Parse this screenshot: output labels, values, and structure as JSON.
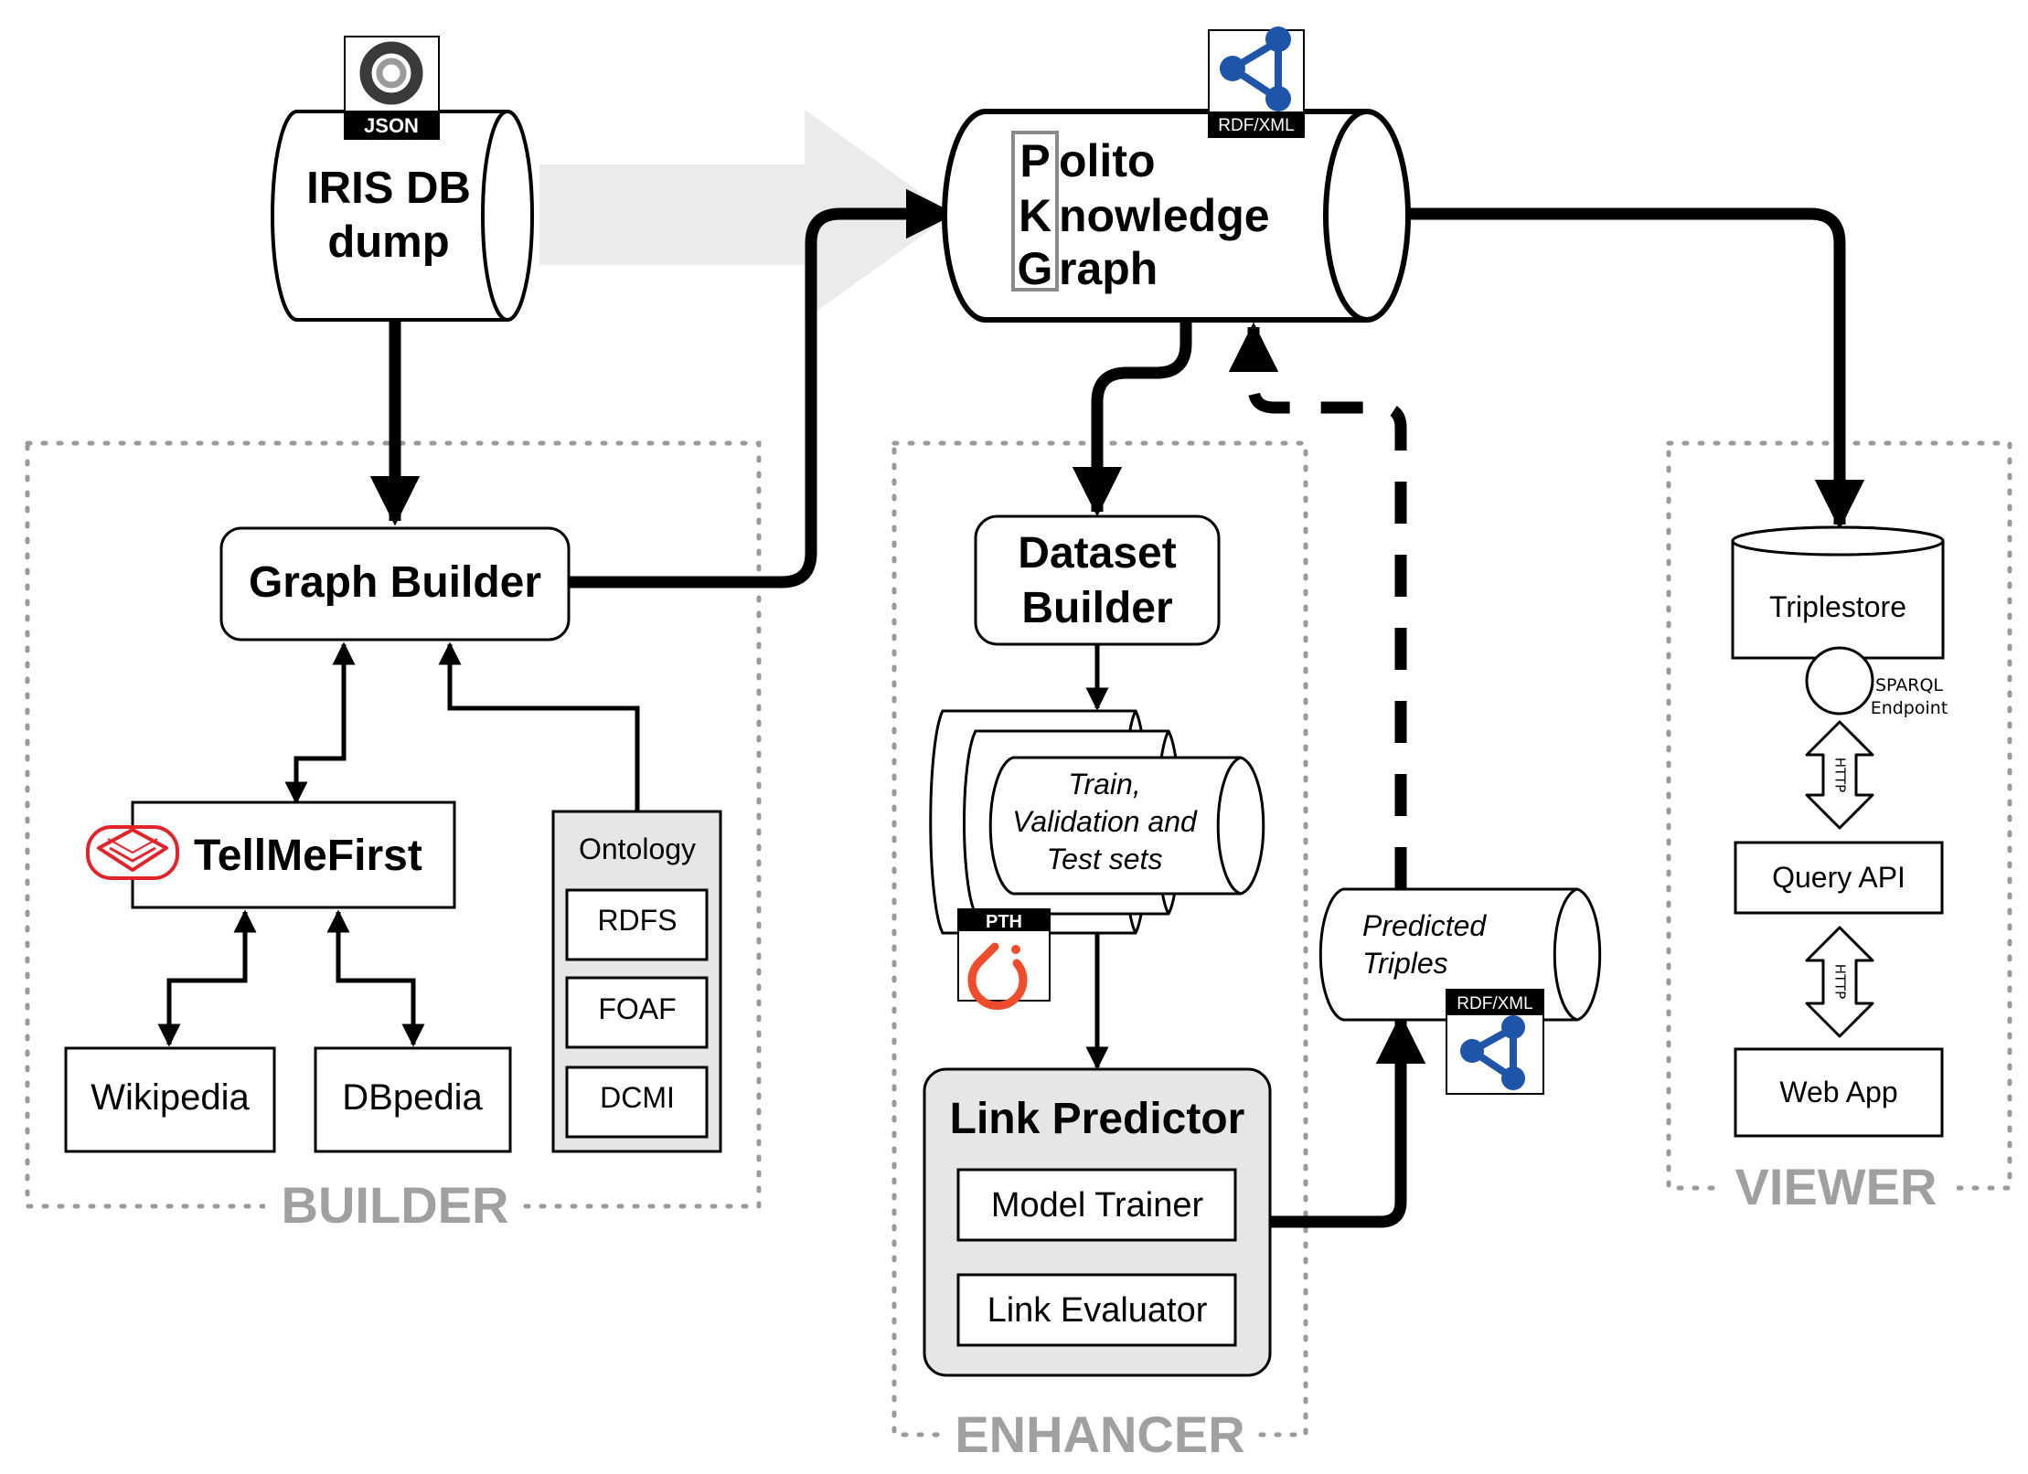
{
  "source_db": {
    "label_line1": "IRIS DB",
    "label_line2": "dump",
    "format_badge": "JSON",
    "icon": "json-logo-icon"
  },
  "kg": {
    "initials": [
      "P",
      "K",
      "G"
    ],
    "rests": [
      "olito",
      "nowledge",
      "raph"
    ],
    "format_badge": "RDF/XML",
    "icon": "rdf-logo-icon"
  },
  "builder": {
    "group_label": "BUILDER",
    "graph_builder": "Graph Builder",
    "tellmefirst": "TellMeFirst",
    "tellmefirst_icon": "tellmefirst-logo-icon",
    "wikipedia": "Wikipedia",
    "dbpedia": "DBpedia",
    "ontology": {
      "title": "Ontology",
      "items": [
        "RDFS",
        "FOAF",
        "DCMI"
      ]
    }
  },
  "enhancer": {
    "group_label": "ENHANCER",
    "dataset_builder_line1": "Dataset",
    "dataset_builder_line2": "Builder",
    "datasets": [
      "Train,",
      "Validation and",
      "Test sets"
    ],
    "datasets_badge": "PTH",
    "datasets_icon": "pytorch-logo-icon",
    "link_predictor": {
      "title": "Link Predictor",
      "items": [
        "Model Trainer",
        "Link Evaluator"
      ]
    },
    "predicted_triples": [
      "Predicted",
      "Triples"
    ],
    "predicted_badge": "RDF/XML"
  },
  "viewer": {
    "group_label": "VIEWER",
    "triplestore": "Triplestore",
    "sparql": [
      "SPARQL",
      "Endpoint"
    ],
    "http_label": "HTTP",
    "query_api": "Query API",
    "web_app": "Web App"
  },
  "colors": {
    "group_label": "#a0a0a0",
    "panel_fill": "#e6e6e6",
    "big_arrow": "#ebebeb",
    "rdf_blue": "#1f55a8",
    "pytorch_red": "#ee4c2c",
    "tellmefirst_red": "#e1232a"
  }
}
